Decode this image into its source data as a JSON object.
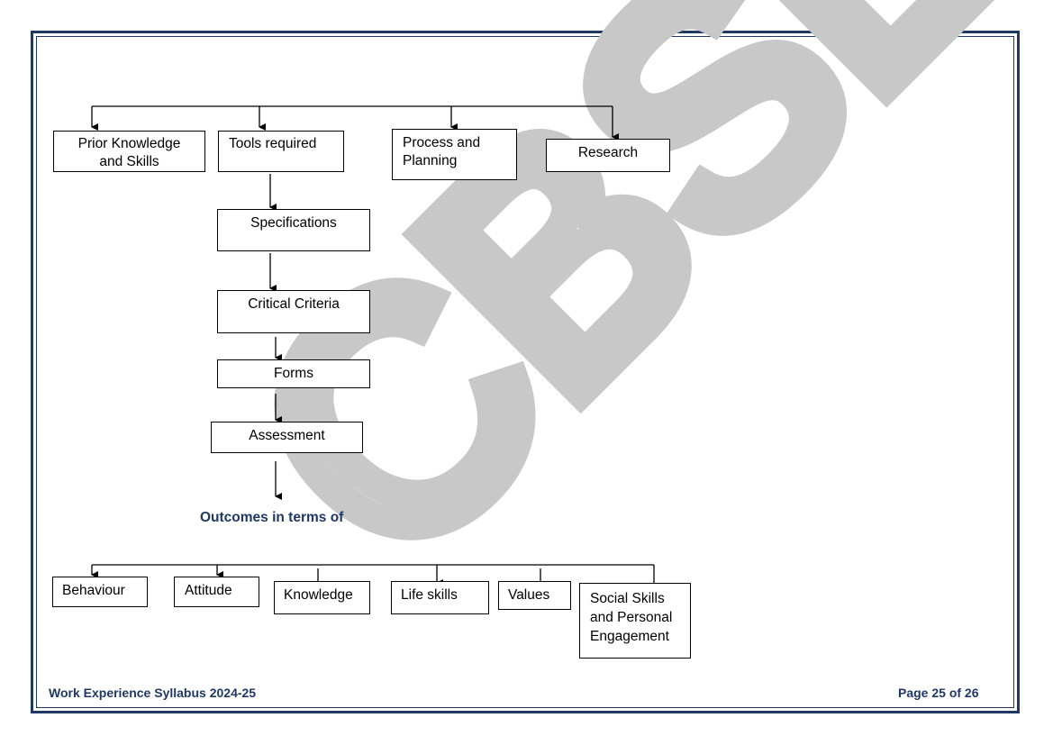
{
  "watermark": "CBSE",
  "top_boxes": {
    "prior": {
      "line1": "Prior Knowledge",
      "line2": "and Skills"
    },
    "tools": "Tools required",
    "process": {
      "line1": "Process and",
      "line2": "Planning"
    },
    "research": "Research"
  },
  "chain": {
    "specifications": "Specifications",
    "critical": "Critical Criteria",
    "forms": "Forms",
    "assessment": "Assessment"
  },
  "outcomes_heading": "Outcomes in terms of",
  "bottom_boxes": {
    "behaviour": "Behaviour",
    "attitude": "Attitude",
    "knowledge": "Knowledge",
    "life_skills": "Life skills",
    "values": "Values",
    "social": {
      "line1": "Social Skills",
      "line2": "and Personal",
      "line3": "Engagement"
    }
  },
  "footer": {
    "left": "Work Experience Syllabus 2024-25",
    "right": "Page 25 of 26"
  },
  "colors": {
    "border": "#1f3864",
    "heading": "#1f3864",
    "watermark": "#c8c8c8"
  }
}
